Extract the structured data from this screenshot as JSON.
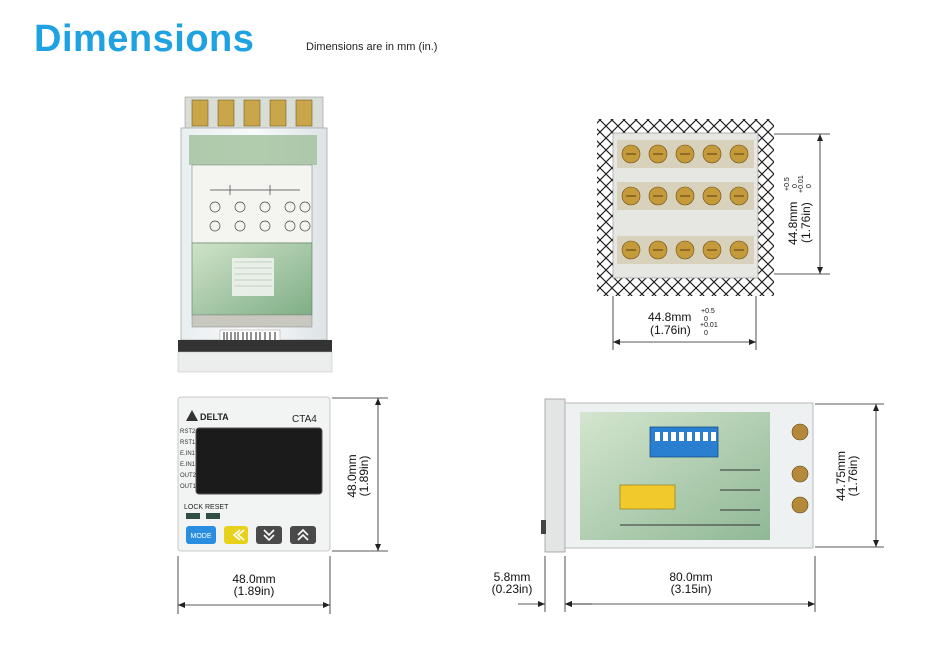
{
  "header": {
    "title": "Dimensions",
    "subtitle": "Dimensions are in mm (in.)"
  },
  "front_device": {
    "brand": "DELTA",
    "model": "CTA4",
    "indicators": [
      "RST2",
      "RST1",
      "E.IN1",
      "E.IN1",
      "OUT2",
      "OUT1"
    ],
    "lock_reset_label": "LOCK RESET",
    "keys": [
      {
        "label": "MODE",
        "color": "#2a8ee0"
      },
      {
        "label": "«",
        "color": "#e8d11a"
      },
      {
        "label": "»",
        "color": "#4a4a4a"
      },
      {
        "label": "»",
        "color": "#4a4a4a"
      }
    ],
    "width_dim": {
      "mm": "48.0mm",
      "in": "(1.89in)"
    },
    "height_dim": {
      "mm": "48.0mm",
      "in": "(1.89in)"
    }
  },
  "side_device": {
    "front_dim": {
      "mm": "5.8mm",
      "in": "(0.23in)"
    },
    "depth_dim": {
      "mm": "80.0mm",
      "in": "(3.15in)"
    },
    "height_dim": {
      "mm": "44.75mm",
      "in": "(1.76in)"
    }
  },
  "panel_cutout": {
    "width": {
      "mm": "44.8mm",
      "mm_tol_upper": "+0.5",
      "mm_tol_lower": "0",
      "in": "(1.76in)",
      "in_tol_upper": "+0.01",
      "in_tol_lower": "0"
    },
    "height": {
      "mm": "44.8mm",
      "mm_tol_upper": "+0.5",
      "mm_tol_lower": "0",
      "in": "(1.76in)",
      "in_tol_upper": "+0.01",
      "in_tol_lower": "0"
    }
  }
}
